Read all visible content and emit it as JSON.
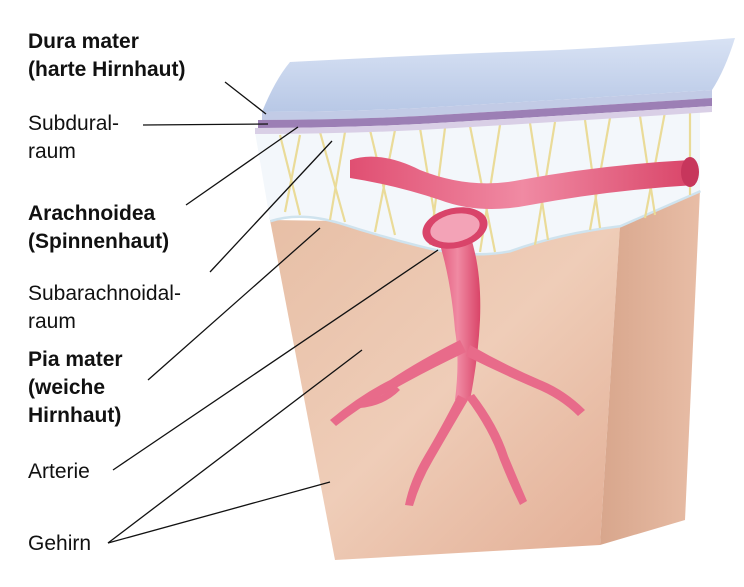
{
  "labels": {
    "dura": {
      "line1": "Dura mater",
      "line2": "(harte Hirnhaut)"
    },
    "subdural": {
      "line1": "Subdural-",
      "line2": "raum"
    },
    "arachnoidea": {
      "line1": "Arachnoidea",
      "line2": "(Spinnenhaut)"
    },
    "subarachnoidal": {
      "line1": "Subarachnoidal-",
      "line2": "raum"
    },
    "pia": {
      "line1": "Pia mater",
      "line2": "(weiche",
      "line3": "Hirnhaut)"
    },
    "arterie": "Arterie",
    "gehirn": "Gehirn"
  },
  "colors": {
    "dura": "#c9d6ee",
    "subdural_layer": "#9c7fb5",
    "brain": "#e3b49a",
    "artery": "#e5607f",
    "trabeculae": "#efe3a8",
    "pia": "#cfe3ee"
  }
}
